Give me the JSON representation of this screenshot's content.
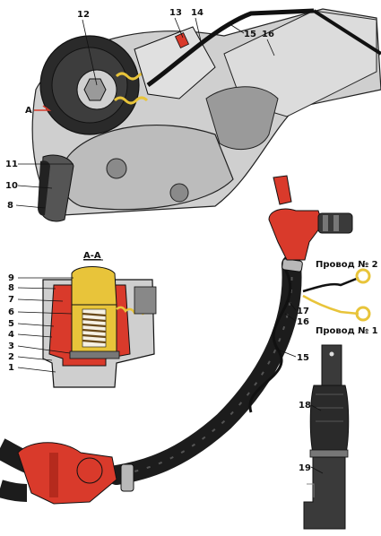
{
  "section_label": "А-А",
  "section_marker": "А",
  "top_callouts": [
    "12",
    "13",
    "14",
    "15",
    "16"
  ],
  "left_callouts": [
    "11",
    "10",
    "8"
  ],
  "section_callouts": [
    "9",
    "8",
    "7",
    "6",
    "5",
    "4",
    "3",
    "2",
    "1"
  ],
  "right_callouts": [
    "17",
    "16",
    "15",
    "18",
    "19"
  ],
  "wire_labels": [
    "Провод № 2",
    "Провод № 1"
  ],
  "colors": {
    "red": "#d93a2b",
    "yellow": "#e8c43a",
    "black_hose": "#1c1c1c",
    "metal": "#b8b8b8",
    "dark_metal": "#3a3a3a"
  }
}
